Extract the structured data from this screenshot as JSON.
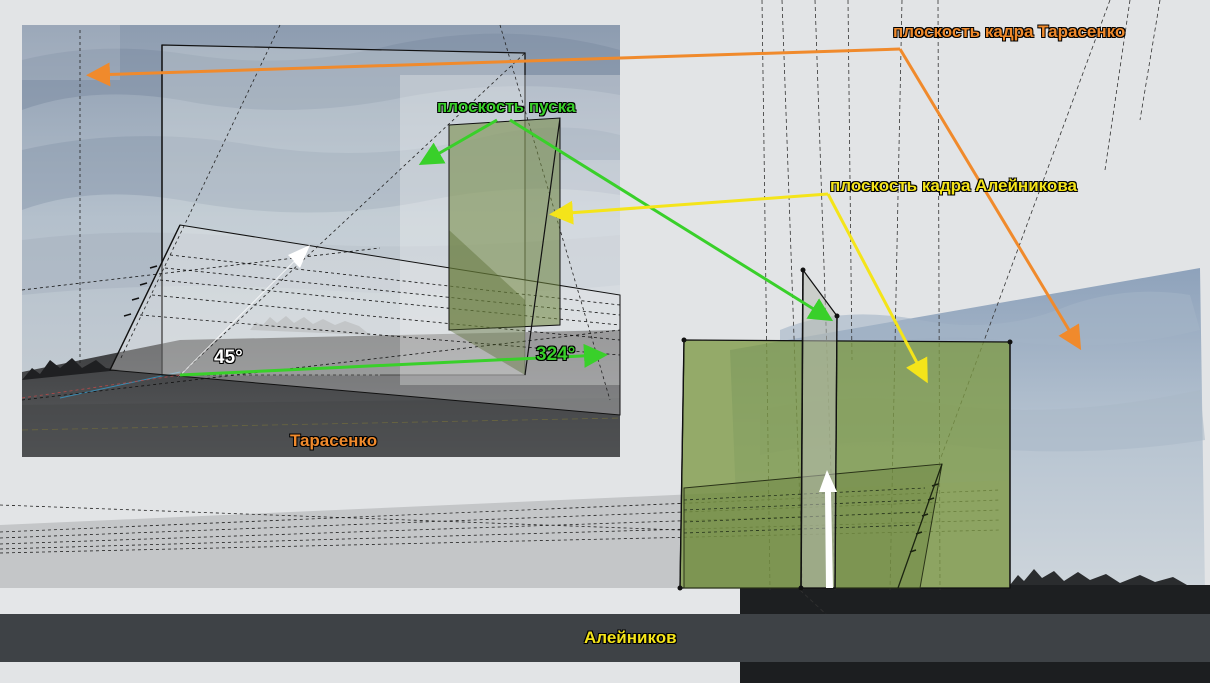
{
  "labels": {
    "tarasenko_frame_plane": "плоскость кадра Тарасенко",
    "launch_plane": "плоскость пуска",
    "aleinikov_frame_plane": "плоскость кадра Алейникова",
    "elevation_angle": "45°",
    "azimuth_angle": "324°",
    "camera_tarasenko": "Тарасенко",
    "camera_aleinikov": "Алейников"
  },
  "colors": {
    "tarasenko": "#f08a2c",
    "launch": "#39d02a",
    "aleinikov": "#f4e41a",
    "bar": "#3e4246"
  }
}
